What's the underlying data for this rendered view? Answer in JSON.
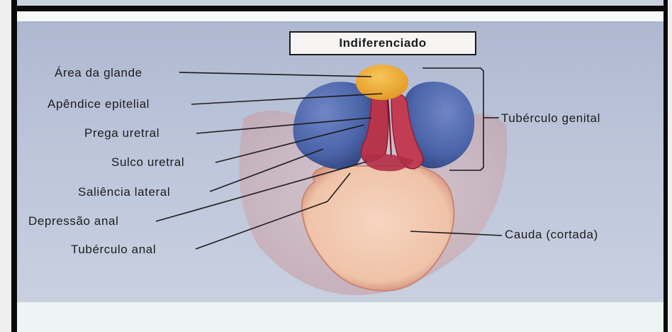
{
  "title": "Indiferenciado",
  "labels": {
    "area_glande": "Área da glande",
    "apendice_epitelial": "Apêndice epitelial",
    "prega_uretral": "Prega uretral",
    "sulco_uretral": "Sulco uretral",
    "saliencia_lateral": "Saliência lateral",
    "depressao_anal": "Depressão anal",
    "tuberculo_anal": "Tubérculo anal",
    "tuberculo_genital": "Tubérculo genital",
    "cauda": "Cauda (cortada)"
  },
  "colors": {
    "glans": "#f2b03a",
    "lateral_swelling": "#4a63a8",
    "urethral_fold": "#b8344b",
    "tail": "#f3cbb5",
    "background": "#b6c0d6"
  }
}
